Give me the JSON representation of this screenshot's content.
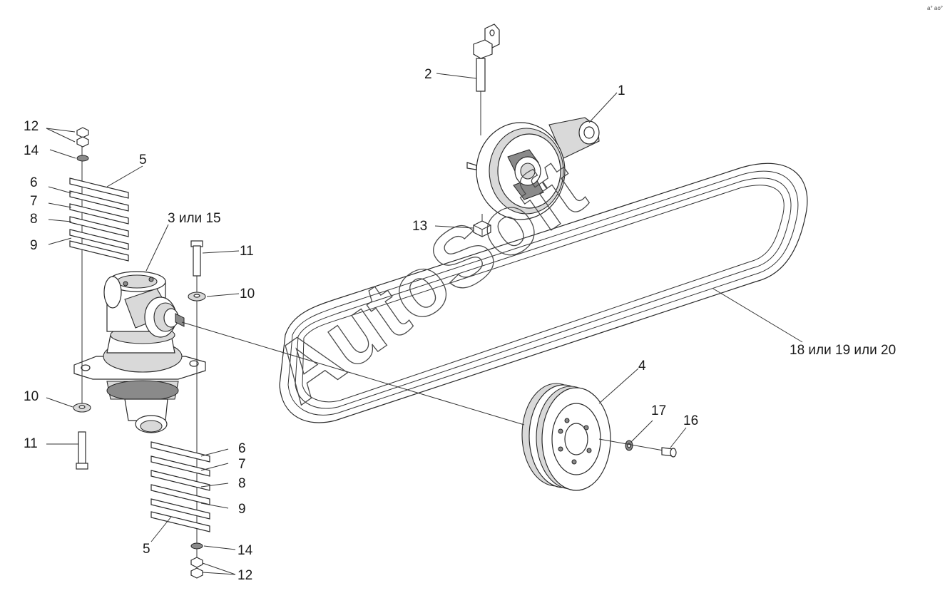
{
  "watermark": "AutoSoft",
  "corner_mark": "a° ao°",
  "callouts": {
    "c1": "1",
    "c2": "2",
    "c3": "3 или 15",
    "c4": "4",
    "c5_top": "5",
    "c5_bottom": "5",
    "c6_top": "6",
    "c6_bottom": "6",
    "c7_top": "7",
    "c7_bottom": "7",
    "c8_top": "8",
    "c8_bottom": "8",
    "c9_top": "9",
    "c9_bottom": "9",
    "c10_left": "10",
    "c10_right": "10",
    "c11_left": "11",
    "c11_right": "11",
    "c12_top": "12",
    "c12_bottom": "12",
    "c13": "13",
    "c14_top": "14",
    "c14_bottom": "14",
    "c16": "16",
    "c17": "17",
    "c18": "18 или 19 или 20"
  }
}
